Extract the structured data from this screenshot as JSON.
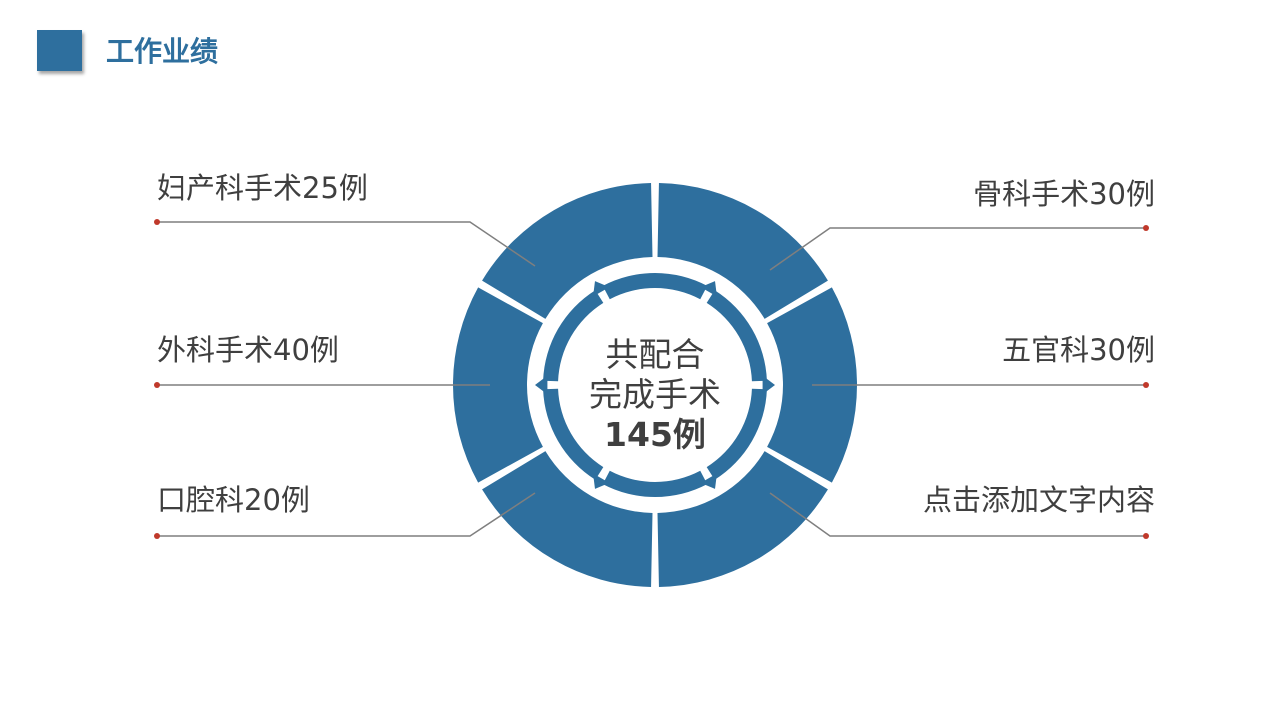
{
  "header": {
    "title": "工作业绩"
  },
  "labels": {
    "top_left": "妇产科手术25例",
    "middle_left": "外科手术40例",
    "bottom_left": "口腔科20例",
    "top_right": "骨科手术30例",
    "middle_right": "五官科30例",
    "bottom_right": "点击添加文字内容"
  },
  "center": {
    "line1": "共配合",
    "line2": "完成手术",
    "total": "145例"
  },
  "colors": {
    "primary": "#2e6f9e",
    "connector": "#7f7f7f",
    "dot": "#c0392b",
    "text": "#3f3f3f"
  }
}
